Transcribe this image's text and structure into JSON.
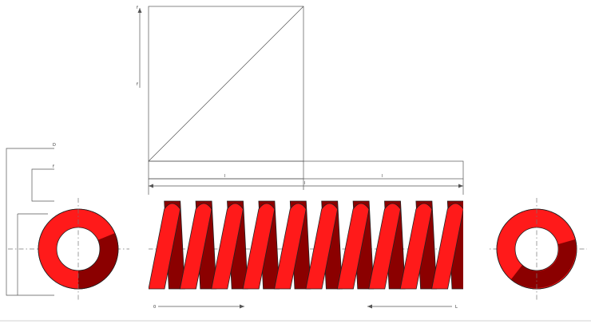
{
  "diagram": {
    "labels": {
      "f_max": "f",
      "f": "f",
      "d_outer": "D",
      "f_small": "f",
      "l_left": "l",
      "l_right": "l",
      "l_total": "l",
      "arrow_left": "0",
      "arrow_right": "L"
    },
    "colors": {
      "spring_light": "#ff1a1a",
      "spring_dark": "#8b0000",
      "line": "#555555"
    },
    "spring": {
      "visible_coils": 10
    }
  }
}
